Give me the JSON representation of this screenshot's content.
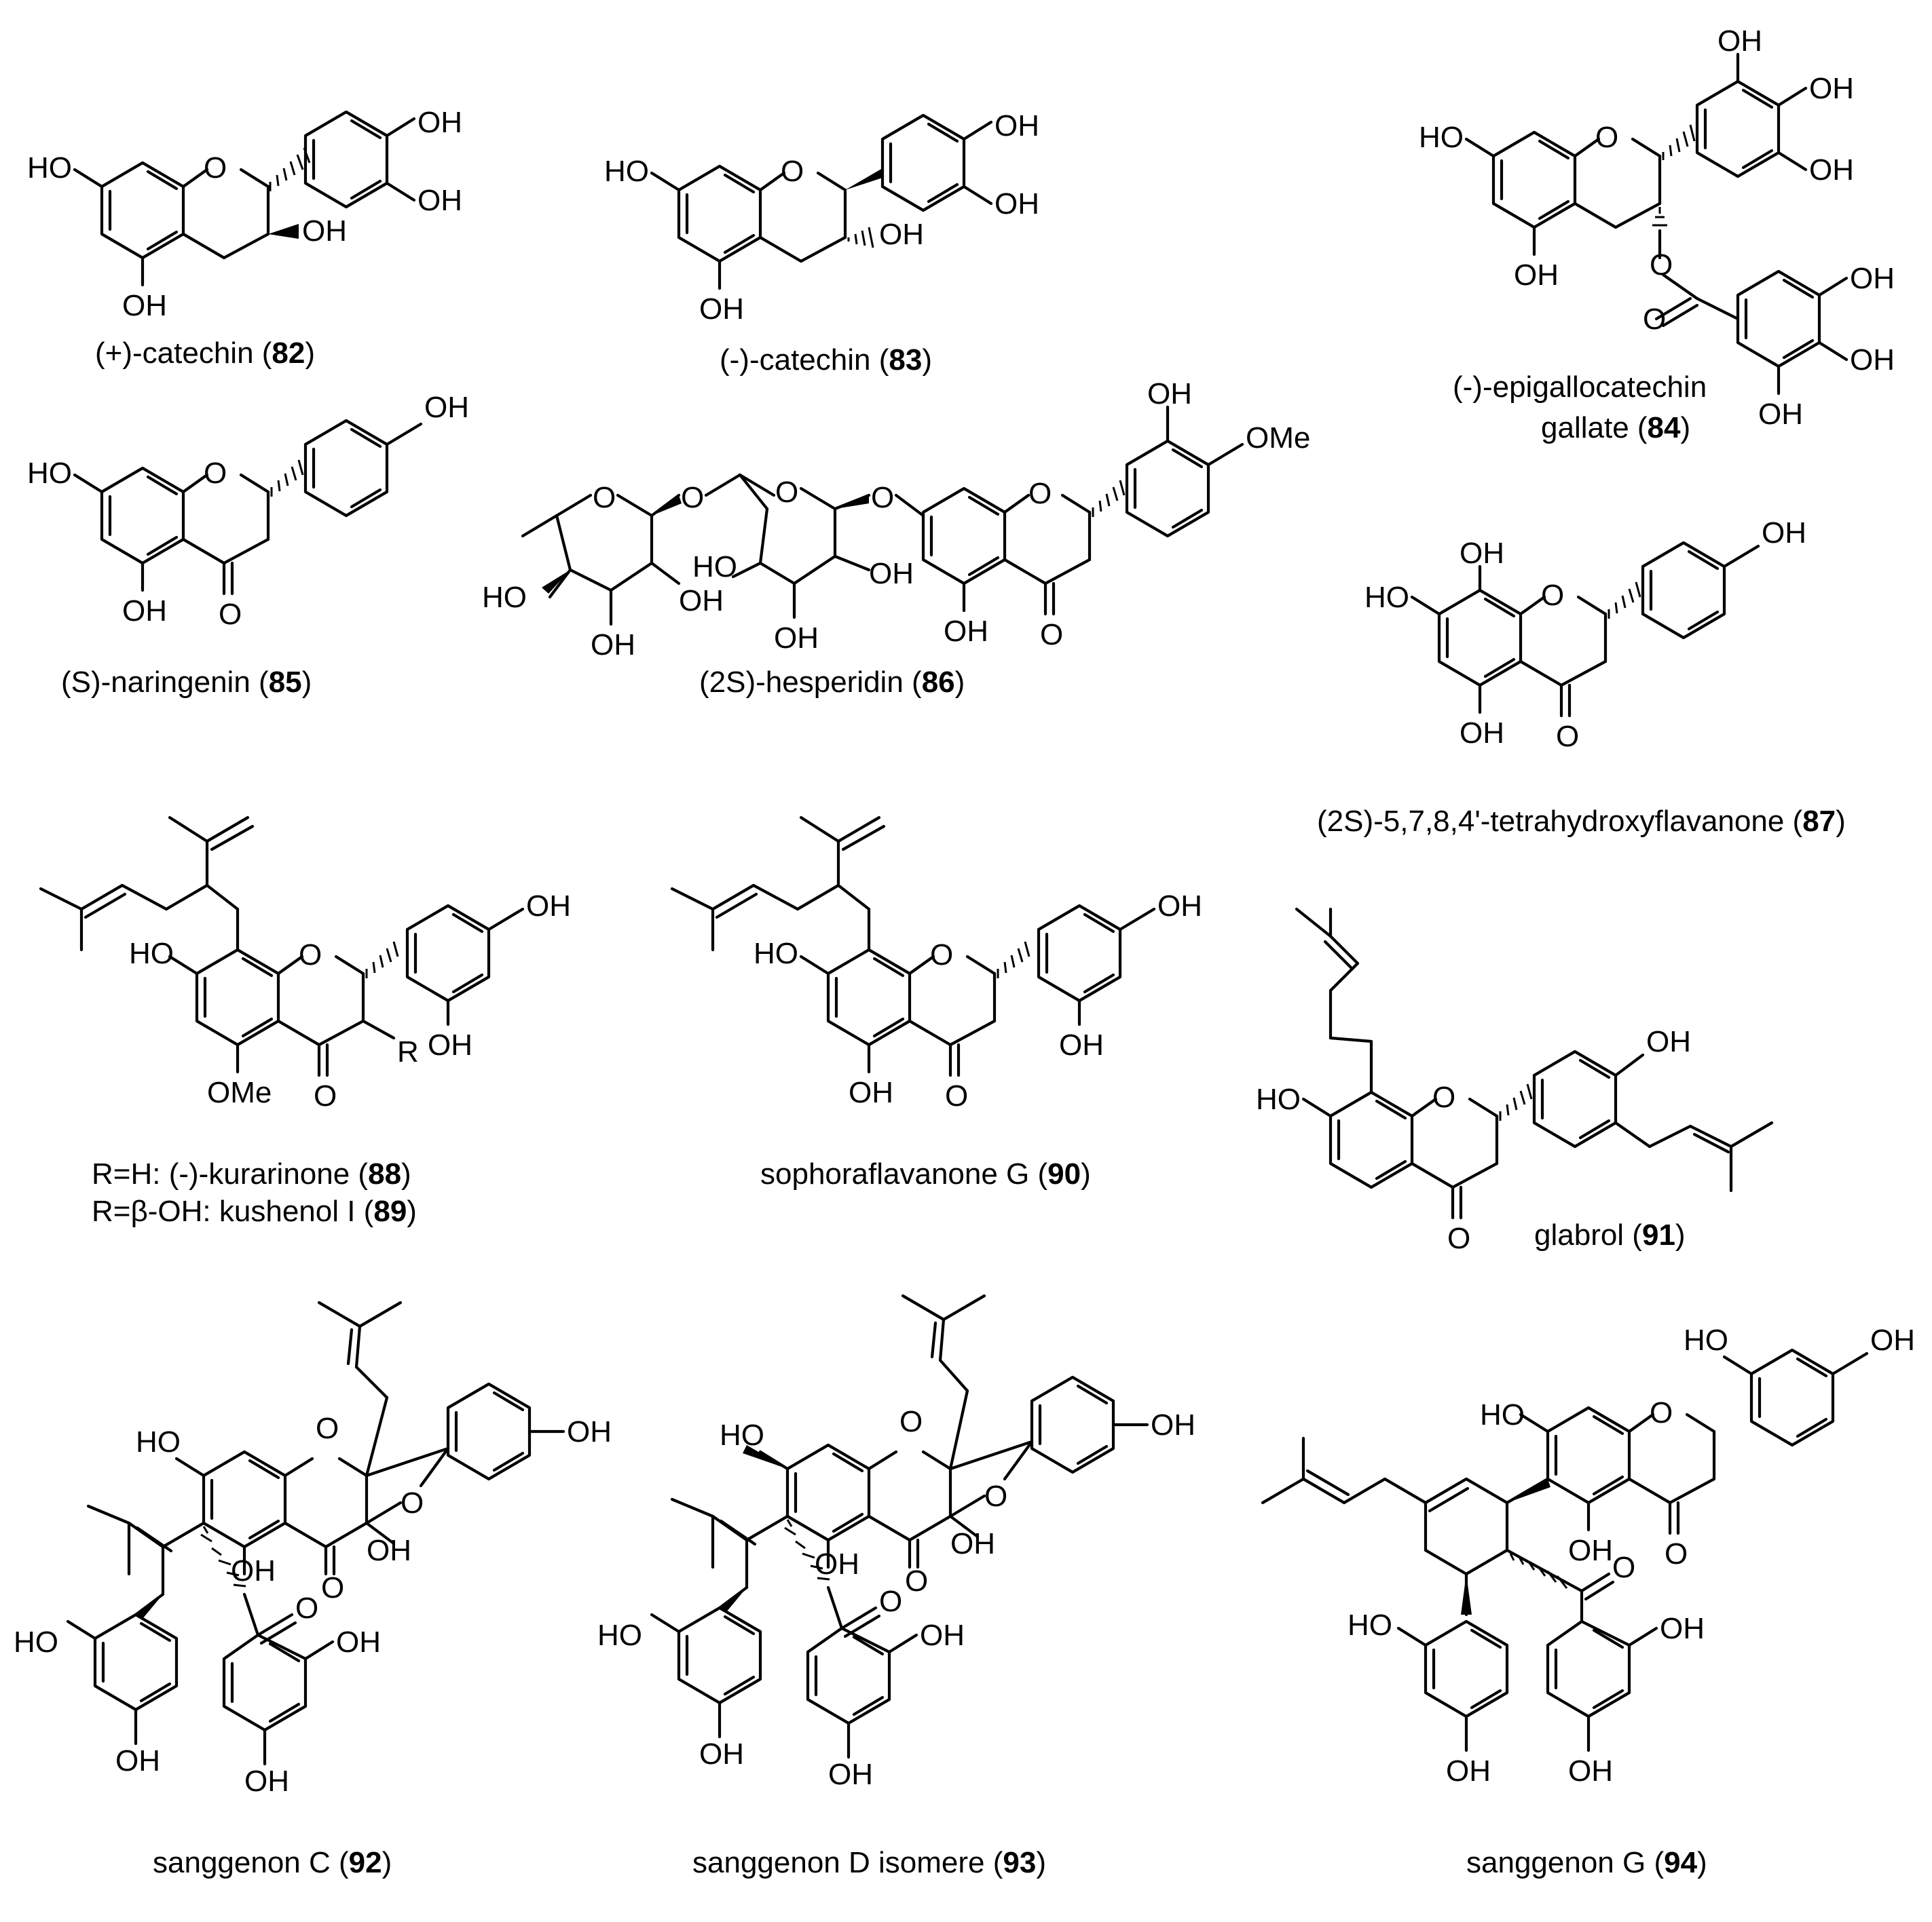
{
  "compounds": [
    {
      "prefix": "(+)-catechin (",
      "number": "82",
      "suffix": ")"
    },
    {
      "prefix": "(-)-catechin (",
      "number": "83",
      "suffix": ")"
    },
    {
      "prefix": "(-)-epigallocatechin",
      "line2": "gallate (",
      "number": "84",
      "suffix": ")"
    },
    {
      "prefix": "(S)-naringenin (",
      "number": "85",
      "suffix": ")"
    },
    {
      "prefix": "(2S)-hesperidin (",
      "number": "86",
      "suffix": ")"
    },
    {
      "prefix": "(2S)-5,7,8,4'-tetrahydroxyflavanone (",
      "number": "87",
      "suffix": ")"
    },
    {
      "prefix": "R=H:  (-)-kurarinone (",
      "number": "88",
      "suffix": ")"
    },
    {
      "prefix": "R=β-OH:  kushenol I (",
      "number": "89",
      "suffix": ")"
    },
    {
      "prefix": "sophoraflavanone G (",
      "number": "90",
      "suffix": ")"
    },
    {
      "prefix": "glabrol (",
      "number": "91",
      "suffix": ")"
    },
    {
      "prefix": "sanggenon C (",
      "number": "92",
      "suffix": ")"
    },
    {
      "prefix": "sanggenon D isomere (",
      "number": "93",
      "suffix": ")"
    },
    {
      "prefix": "sanggenon G (",
      "number": "94",
      "suffix": ")"
    }
  ],
  "atoms": {
    "oh": "OH",
    "ho": "HO",
    "o": "O",
    "ome": "OMe",
    "r": "R"
  }
}
